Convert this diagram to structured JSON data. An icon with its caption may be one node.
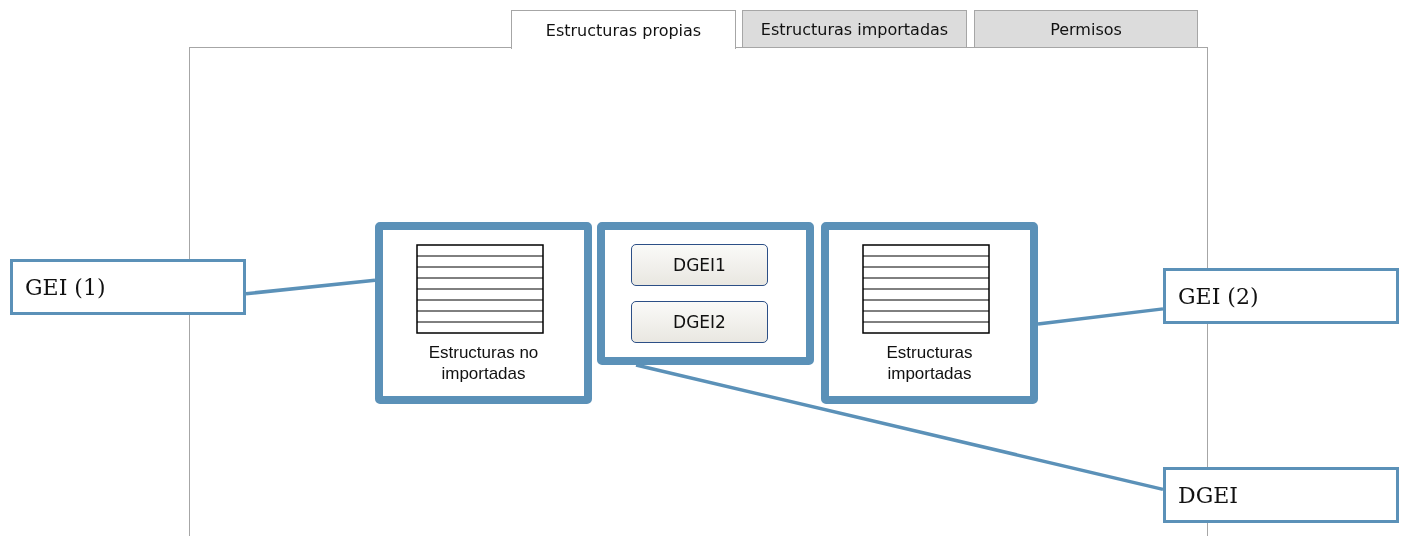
{
  "diagram": {
    "nodes": [
      {
        "text": [
          "Estructuras propias"
        ]
      },
      {
        "text": [
          "Estructuras importadas"
        ]
      },
      {
        "text": [
          "Permisos"
        ]
      },
      {
        "text": [],
        "shape": "box"
      },
      {
        "text": [
          "Estructuras no importadas"
        ],
        "in": 3
      },
      {
        "text": [],
        "shape": "box",
        "in": 3
      },
      {
        "text": [
          "DGEI1"
        ],
        "in": 5
      },
      {
        "text": [
          "DGEI2"
        ],
        "in": 5
      },
      {
        "text": [
          "Estructuras importadas"
        ],
        "in": 3
      },
      {
        "text": [
          "GEI (1)"
        ]
      },
      {
        "text": [
          "GEI (2)"
        ]
      },
      {
        "text": [
          "DGEI"
        ]
      }
    ],
    "edges": [
      {
        "from": 9,
        "to": 4,
        "arrow": "none"
      },
      {
        "from": 10,
        "to": 8,
        "arrow": "none"
      },
      {
        "from": 11,
        "to": 5,
        "arrow": "none"
      }
    ]
  }
}
